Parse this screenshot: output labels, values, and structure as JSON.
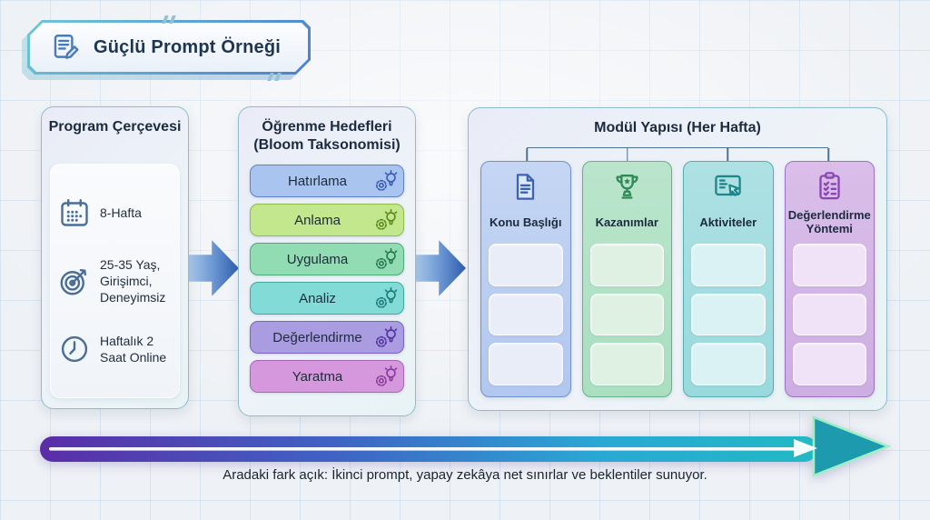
{
  "badge": {
    "label": "Güçlü Prompt Örneği",
    "icon": "document-edit-icon"
  },
  "panels": {
    "program": {
      "title": "Program Çerçevesi",
      "items": [
        {
          "icon": "calendar-icon",
          "label": "8-Hafta"
        },
        {
          "icon": "target-icon",
          "label": "25-35 Yaş, Girişimci, Deneyimsiz"
        },
        {
          "icon": "clock-icon",
          "label": "Haftalık 2 Saat Online"
        }
      ]
    },
    "bloom": {
      "title_line1": "Öğrenme Hedefleri",
      "title_line2": "(Bloom Taksonomisi)",
      "rows": [
        {
          "label": "Hatırlama",
          "bg": "#a9c4ef",
          "bd": "#5f82cf",
          "ic": "#3a5cb0"
        },
        {
          "label": "Anlama",
          "bg": "#c2e78c",
          "bd": "#8fbc4a",
          "ic": "#5c8a1e"
        },
        {
          "label": "Uygulama",
          "bg": "#92dcb3",
          "bd": "#4dab77",
          "ic": "#27794e"
        },
        {
          "label": "Analiz",
          "bg": "#83dbd7",
          "bd": "#3fab9f",
          "ic": "#1d7a76"
        },
        {
          "label": "Değerlendirme",
          "bg": "#aa9ce1",
          "bd": "#7c63c6",
          "ic": "#53349e"
        },
        {
          "label": "Yaratma",
          "bg": "#d598dc",
          "bd": "#a965b8",
          "ic": "#8a3a9a"
        }
      ]
    },
    "module": {
      "title": "Modül Yapısı (Her Hafta)",
      "slots_per_column": 3,
      "columns": [
        {
          "label": "Konu Başlığı",
          "icon": "document-icon",
          "bg1": "#c5d6f3",
          "bg2": "#b2c7ee",
          "bd": "#7290cc",
          "box": "#e9edf8",
          "ic": "#3a64b0"
        },
        {
          "label": "Kazanımlar",
          "icon": "trophy-icon",
          "bg1": "#bae5cc",
          "bg2": "#a9dfc0",
          "bd": "#66b288",
          "box": "#def1e3",
          "ic": "#2f8a57"
        },
        {
          "label": "Aktiviteler",
          "icon": "browser-click-icon",
          "bg1": "#aee1e3",
          "bg2": "#99d9dc",
          "bd": "#55aeb2",
          "box": "#daf2f4",
          "ic": "#1f878b"
        },
        {
          "label": "Değerlendirme Yöntemi",
          "icon": "clipboard-check-icon",
          "bg1": "#dabee9",
          "bg2": "#ccaee1",
          "bd": "#9e70c5",
          "box": "#f0e2f7",
          "ic": "#8a46b0"
        }
      ]
    }
  },
  "footer": {
    "caption": "Aradaki fark açık: İkinci prompt, yapay zekâya net sınırlar ve beklentiler sunuyor.",
    "arrow_colors": {
      "start": "#5b2da8",
      "mid1": "#3f63c4",
      "mid2": "#2aa8d4",
      "end": "#21b9c4",
      "head": "#1e9aae",
      "head_outline": "#9df0c4"
    }
  },
  "colors": {
    "background": "#eef1f5",
    "panel_border": "#8fbccb",
    "title_text": "#1b2b3d",
    "connector": "#4f7290"
  }
}
